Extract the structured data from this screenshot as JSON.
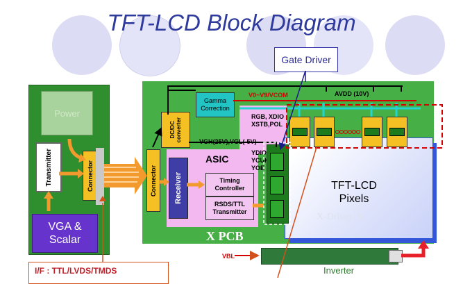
{
  "title": "TFT-LCD Block Diagram",
  "gate_driver": "Gate Driver",
  "left_board": {
    "power": "Power",
    "transmitter": "Transmitter",
    "connector": "Connector",
    "vga_scalar": "VGA &\nScalar"
  },
  "xpcb": {
    "label": "X PCB",
    "connector": "Connector",
    "dcdc": "DC/DC\nconverter",
    "gamma": "Gamma\nCorrection",
    "asic": "ASIC",
    "receiver": "Receiver",
    "timing": "Timing\nController",
    "rsds": "RSDS/TTL\nTransmitter"
  },
  "signals": {
    "v0_v9": "V0~V9/VCOM",
    "avdd": "AVDD (10V)",
    "rgb": "RGB, XDIO\nXSTB,POL",
    "vgh": "VGH(25V),VGL(-5V)",
    "ydio": "YDIO\nYCUK\nYOE",
    "vbl": "VBL"
  },
  "panel": {
    "label": "TFT-LCD\nPixels",
    "xdriver": "X-Driver  IC"
  },
  "inverter": "Inverter",
  "interface": "I/F : TTL/LVDS/TMDS",
  "colors": {
    "board_green": "#2f8f2f",
    "pcb_green": "#46b046",
    "asic_pink": "#f3b8f0",
    "receiver_blue": "#3e3ea6",
    "driver_yellow": "#f4c024",
    "panel_blue": "#3456d8",
    "accent_red": "#d40000",
    "title_blue": "#2e3a9c",
    "vga_purple": "#6633cc"
  }
}
